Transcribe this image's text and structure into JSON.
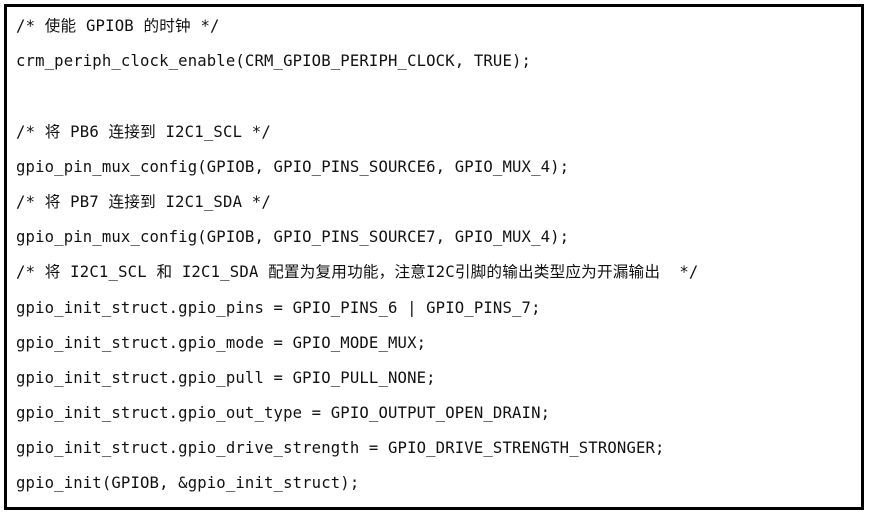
{
  "code_block": {
    "language": "c",
    "border_color": "#000000",
    "background_color": "#ffffff",
    "text_color": "#111111",
    "lines": [
      {
        "id": "line-1",
        "kind": "comment",
        "text": "/* 使能 GPIOB 的时钟 */"
      },
      {
        "id": "line-2",
        "kind": "statement",
        "text": "crm_periph_clock_enable(CRM_GPIOB_PERIPH_CLOCK, TRUE);"
      },
      {
        "id": "line-3",
        "kind": "blank",
        "text": ""
      },
      {
        "id": "line-4",
        "kind": "comment",
        "text": "/* 将 PB6 连接到 I2C1_SCL */"
      },
      {
        "id": "line-5",
        "kind": "statement",
        "text": "gpio_pin_mux_config(GPIOB, GPIO_PINS_SOURCE6, GPIO_MUX_4);"
      },
      {
        "id": "line-6",
        "kind": "comment",
        "text": "/* 将 PB7 连接到 I2C1_SDA */"
      },
      {
        "id": "line-7",
        "kind": "statement",
        "text": "gpio_pin_mux_config(GPIOB, GPIO_PINS_SOURCE7, GPIO_MUX_4);"
      },
      {
        "id": "line-8",
        "kind": "comment",
        "text": "/* 将 I2C1_SCL 和 I2C1_SDA 配置为复用功能，注意I2C引脚的输出类型应为开漏输出  */"
      },
      {
        "id": "line-9",
        "kind": "statement",
        "text": "gpio_init_struct.gpio_pins = GPIO_PINS_6 | GPIO_PINS_7;"
      },
      {
        "id": "line-10",
        "kind": "statement",
        "text": "gpio_init_struct.gpio_mode = GPIO_MODE_MUX;"
      },
      {
        "id": "line-11",
        "kind": "statement",
        "text": "gpio_init_struct.gpio_pull = GPIO_PULL_NONE;"
      },
      {
        "id": "line-12",
        "kind": "statement",
        "text": "gpio_init_struct.gpio_out_type = GPIO_OUTPUT_OPEN_DRAIN;"
      },
      {
        "id": "line-13",
        "kind": "statement",
        "text": "gpio_init_struct.gpio_drive_strength = GPIO_DRIVE_STRENGTH_STRONGER;"
      },
      {
        "id": "line-14",
        "kind": "statement",
        "text": "gpio_init(GPIOB, &gpio_init_struct);"
      }
    ]
  }
}
